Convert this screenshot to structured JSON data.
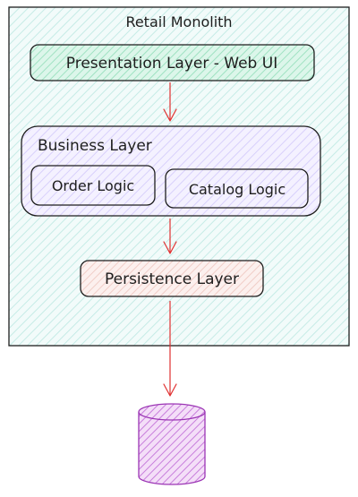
{
  "diagram": {
    "container_title": "Retail Monolith",
    "presentation_layer": "Presentation Layer - Web UI",
    "business_layer": {
      "title": "Business Layer",
      "modules": [
        {
          "label": "Order Logic"
        },
        {
          "label": "Catalog Logic"
        }
      ]
    },
    "persistence_layer": "Persistence Layer"
  },
  "colors": {
    "stroke": "#1e1e1e",
    "arrow": "#e03131",
    "container_fill": "#e6f7f5",
    "presentation_fill": "#c3f0dd",
    "business_fill": "#ece8ff",
    "persistence_fill": "#f9e6e3",
    "database_fill": "#e5b8ef",
    "database_stroke": "#9c36b5"
  }
}
